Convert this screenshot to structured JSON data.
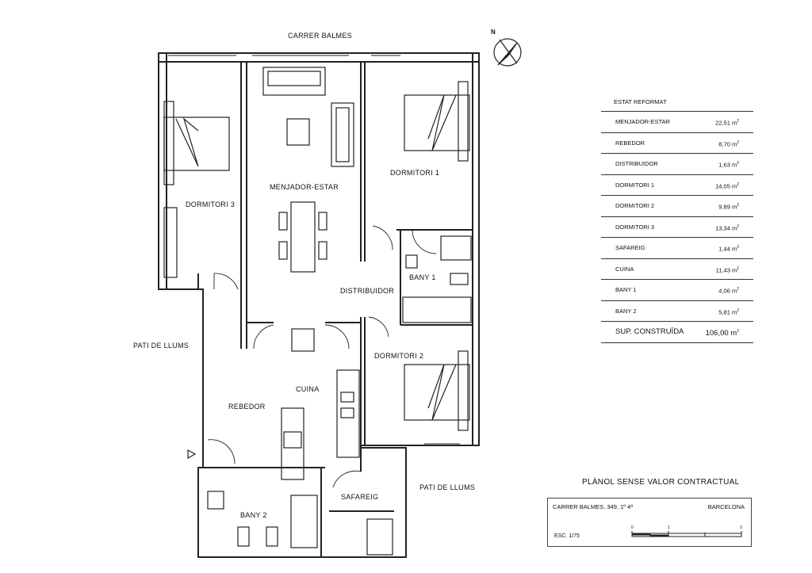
{
  "street_label": "CARRER BALMES",
  "north_label": "N",
  "rooms": {
    "dormitori3": "DORMITORI 3",
    "menjador": "MENJADOR-ESTAR",
    "dormitori1": "DORMITORI 1",
    "bany1": "BANY 1",
    "distribuidor": "DISTRIBUIDOR",
    "dormitori2": "DORMITORI 2",
    "cuina": "CUINA",
    "rebedor": "REBEDOR",
    "bany2": "BANY 2",
    "safareig": "SAFAREIG",
    "pati_left": "PATI DE LLUMS",
    "pati_right": "PATI DE LLUMS"
  },
  "table": {
    "title": "ESTAT REFORMAT",
    "rows": [
      {
        "name": "MENJADOR-ESTAR",
        "area": "22,51 m"
      },
      {
        "name": "REBEDOR",
        "area": "8,70 m"
      },
      {
        "name": "DISTRIBUIDOR",
        "area": "1,63 m"
      },
      {
        "name": "DORMITORI 1",
        "area": "14,05 m"
      },
      {
        "name": "DORMITORI 2",
        "area": "9,89 m"
      },
      {
        "name": "DORMITORI 3",
        "area": "13,34 m"
      },
      {
        "name": "SAFAREIG",
        "area": "1,44 m"
      },
      {
        "name": "CUINA",
        "area": "11,43 m"
      },
      {
        "name": "BANY 1",
        "area": "4,06 m"
      },
      {
        "name": "BANY 2",
        "area": "5,81 m"
      }
    ],
    "total": {
      "name": "SUP. CONSTRUÏDA",
      "area": "106,00 m"
    },
    "unit_sup": "2"
  },
  "note": "PLÀNOL SENSE VALOR CONTRACTUAL",
  "title_block": {
    "address": "CARRER BALMES, 349, 1º 4ª",
    "city": "BARCELONA",
    "scale": "ESC. 1/75",
    "scale_ticks": [
      "0",
      "1",
      "3"
    ]
  }
}
